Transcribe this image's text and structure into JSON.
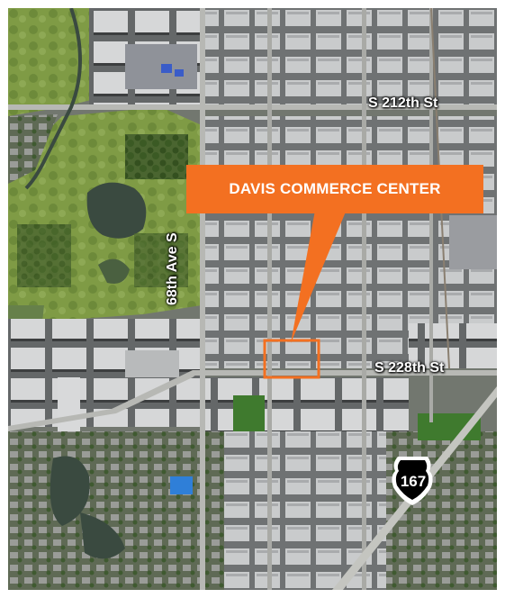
{
  "map": {
    "callout_title": "DAVIS COMMERCE CENTER",
    "streets": {
      "s212": "S 212th St",
      "s228": "S 228th St",
      "ave68": "68th Ave S"
    },
    "highway_shield": "167",
    "colors": {
      "accent_orange": "#f37021",
      "wetland_green": "#7e9a3e",
      "industrial_gray": "#7c7f80",
      "water": "#3a4a40"
    },
    "icons": {
      "highway": "highway-shield-icon"
    }
  }
}
